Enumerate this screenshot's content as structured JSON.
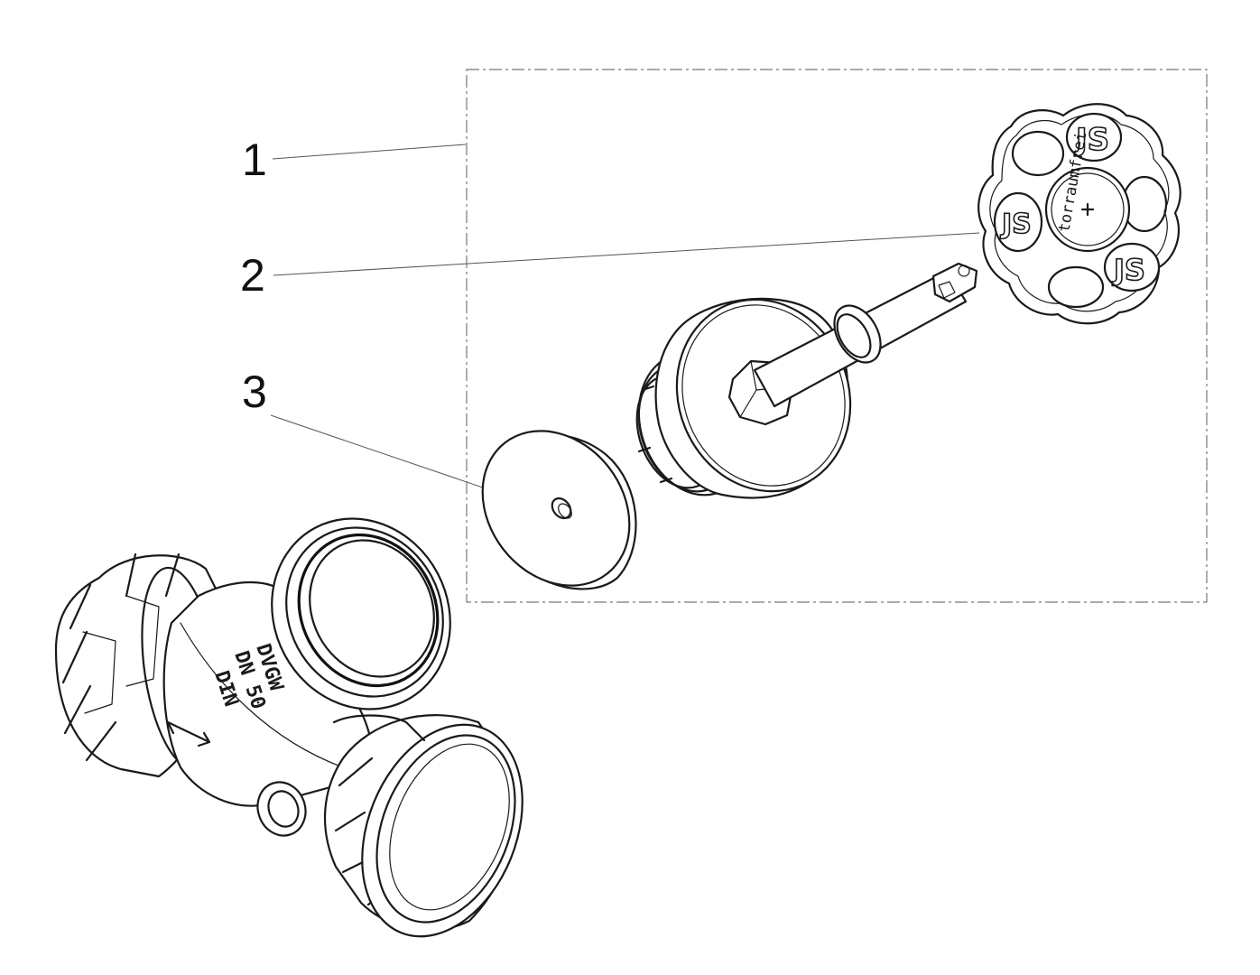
{
  "diagram": {
    "callouts": [
      {
        "number": "1"
      },
      {
        "number": "2"
      },
      {
        "number": "3"
      }
    ],
    "parts": [
      {
        "id": "handwheel-assembly",
        "icon": "valve-handwheel-icon"
      },
      {
        "id": "spindle-and-bonnet",
        "icon": "valve-spindle-icon"
      },
      {
        "id": "valve-disc",
        "icon": "valve-disc-icon"
      },
      {
        "id": "valve-body",
        "icon": "valve-body-icon"
      }
    ],
    "body_marking": {
      "line1": "DVGW",
      "line2": "DN 50",
      "line3": "DIN"
    },
    "knob_marking": {
      "text": "torraumfrei"
    },
    "colors": {
      "line": "#1a1a1a",
      "background": "#ffffff",
      "frame": "#777777"
    }
  }
}
